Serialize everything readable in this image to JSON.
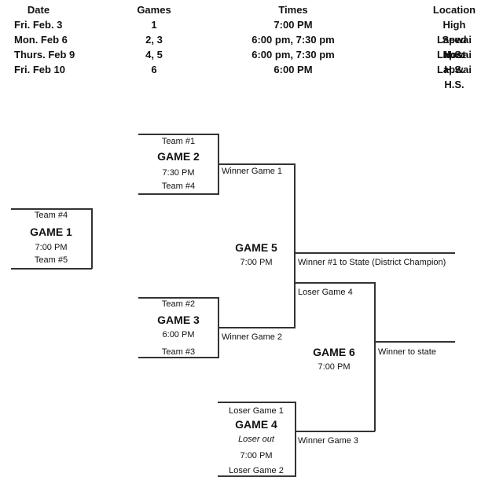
{
  "schedule": {
    "headers": {
      "date": "Date",
      "games": "Games",
      "times": "Times",
      "location": "Location"
    },
    "rows": [
      {
        "date": "Fri. Feb. 3",
        "games": "1",
        "times": "7:00 PM",
        "location": "High Seed Host"
      },
      {
        "date": "Mon. Feb 6",
        "games": "2, 3",
        "times": "6:00 pm, 7:30 pm",
        "location": "Lapwai H.S."
      },
      {
        "date": "Thurs. Feb 9",
        "games": "4, 5",
        "times": "6:00 pm, 7:30 pm",
        "location": "Lapwai H.S."
      },
      {
        "date": "Fri. Feb 10",
        "games": "6",
        "times": "6:00 PM",
        "location": "Lapwai H.S."
      }
    ]
  },
  "bracket": {
    "game1": {
      "top": "Team #4",
      "title": "GAME 1",
      "time": "7:00 PM",
      "bottom": "Team #5"
    },
    "game2": {
      "top": "Team #1",
      "title": "GAME 2",
      "time": "7:30 PM",
      "bottom": "Team #4",
      "out_label": "Winner Game 1"
    },
    "game3": {
      "top": "Team #2",
      "title": "GAME 3",
      "time": "6:00 PM",
      "bottom": "Team #3",
      "out_label": "Winner Game 2"
    },
    "game4": {
      "top": "Loser Game 1",
      "title": "GAME 4",
      "note": "Loser out",
      "time": "7:00 PM",
      "bottom": "Loser Game 2",
      "out_label": "Winner Game 3"
    },
    "game5": {
      "title": "GAME 5",
      "time": "7:00 PM",
      "out_label": "Winner #1 to State (District Champion)",
      "loser_label": "Loser Game 4"
    },
    "game6": {
      "title": "GAME 6",
      "time": "7:00 PM",
      "out_label": "Winner to state"
    }
  }
}
